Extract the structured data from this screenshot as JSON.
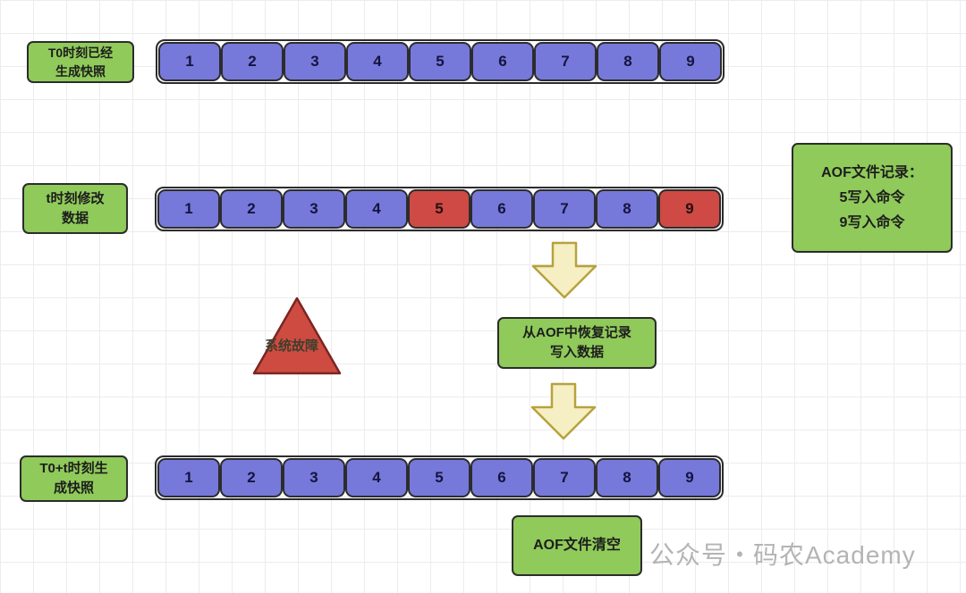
{
  "colors": {
    "green_box": "#8fca5a",
    "purple_cell": "#7679d9",
    "red_cell": "#cf4a44",
    "arrow_fill": "#f6efc4",
    "arrow_stroke": "#b7a23c",
    "triangle_fill": "#ce4b42",
    "dark_border": "#2c2c2c",
    "watermark_gray": "#b4b4b4"
  },
  "rows": [
    {
      "label_lines": [
        "T0时刻已经",
        "生成快照"
      ],
      "cells": [
        {
          "value": "1",
          "state": "normal"
        },
        {
          "value": "2",
          "state": "normal"
        },
        {
          "value": "3",
          "state": "normal"
        },
        {
          "value": "4",
          "state": "normal"
        },
        {
          "value": "5",
          "state": "normal"
        },
        {
          "value": "6",
          "state": "normal"
        },
        {
          "value": "7",
          "state": "normal"
        },
        {
          "value": "8",
          "state": "normal"
        },
        {
          "value": "9",
          "state": "normal"
        }
      ]
    },
    {
      "label_lines": [
        "t时刻修改",
        "数据"
      ],
      "cells": [
        {
          "value": "1",
          "state": "normal"
        },
        {
          "value": "2",
          "state": "normal"
        },
        {
          "value": "3",
          "state": "normal"
        },
        {
          "value": "4",
          "state": "normal"
        },
        {
          "value": "5",
          "state": "modified"
        },
        {
          "value": "6",
          "state": "normal"
        },
        {
          "value": "7",
          "state": "normal"
        },
        {
          "value": "8",
          "state": "normal"
        },
        {
          "value": "9",
          "state": "modified"
        }
      ]
    },
    {
      "label_lines": [
        "T0+t时刻生",
        "成快照"
      ],
      "cells": [
        {
          "value": "1",
          "state": "normal"
        },
        {
          "value": "2",
          "state": "normal"
        },
        {
          "value": "3",
          "state": "normal"
        },
        {
          "value": "4",
          "state": "normal"
        },
        {
          "value": "5",
          "state": "normal"
        },
        {
          "value": "6",
          "state": "normal"
        },
        {
          "value": "7",
          "state": "normal"
        },
        {
          "value": "8",
          "state": "normal"
        },
        {
          "value": "9",
          "state": "normal"
        }
      ]
    }
  ],
  "aof_record": {
    "lines": [
      "AOF文件记录：",
      "5写入命令",
      "9写入命令"
    ]
  },
  "failure": {
    "label": "系统故障"
  },
  "recover_box": {
    "lines": [
      "从AOF中恢复记录",
      "写入数据"
    ]
  },
  "clear_box": {
    "label": "AOF文件清空"
  },
  "watermark": {
    "text": "公众号・码农Academy"
  }
}
